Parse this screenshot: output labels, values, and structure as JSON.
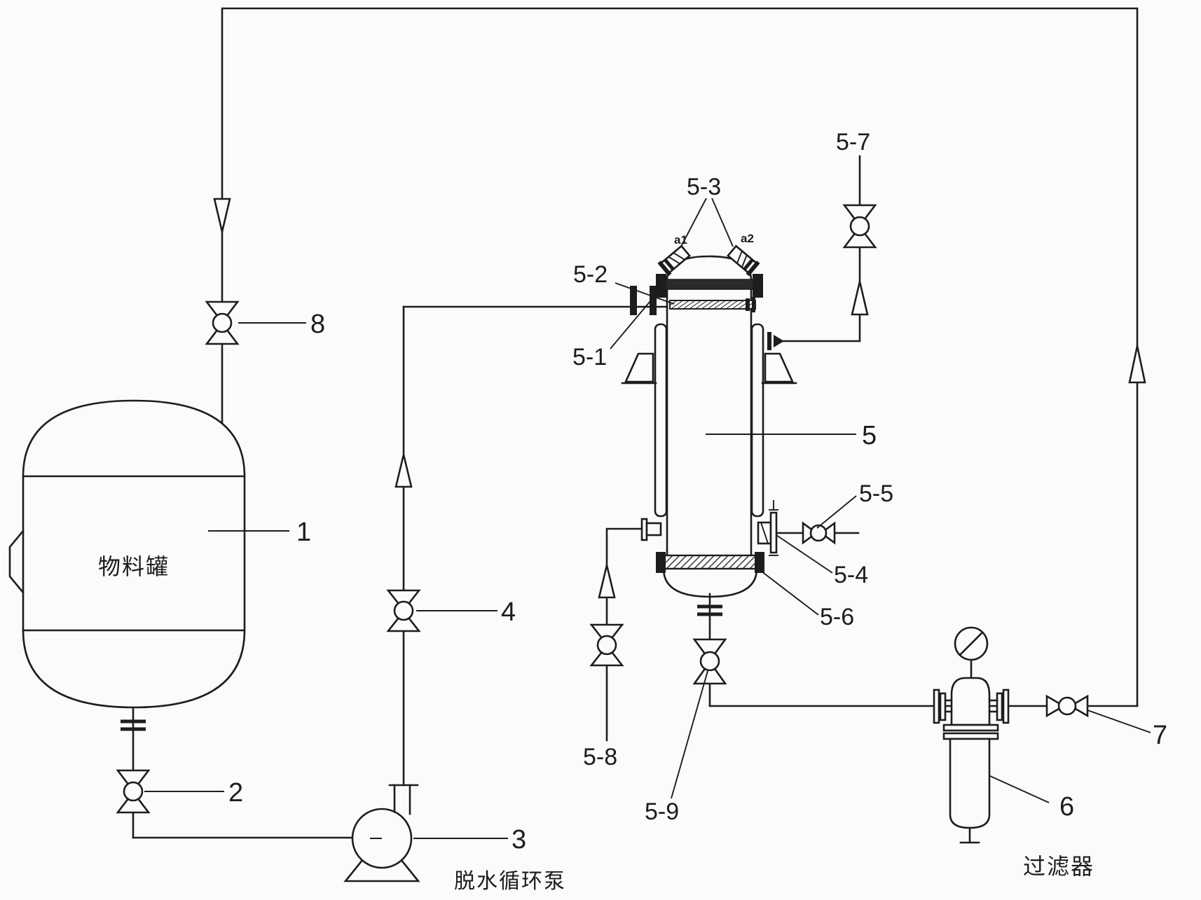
{
  "colors": {
    "line": "#1d1d1d",
    "background": "#fbfbfa"
  },
  "labels": {
    "tank": "1",
    "tank_outlet_valve": "2",
    "pump": "3",
    "pump_line_valve": "4",
    "vessel": "5",
    "inlet_flange": "5-1",
    "spray_pipe": "5-2",
    "top_nozzles": "5-3",
    "side_nozzle": "5-4",
    "side_nozzle_valve": "5-5",
    "support_screen": "5-6",
    "vent_valve": "5-7",
    "drain_valve": "5-8",
    "bottom_outlet_valve": "5-9",
    "filter": "6",
    "filter_outlet_valve": "7",
    "tank_inlet_valve": "8",
    "nozzle_a1": "a1",
    "nozzle_a2": "a2"
  },
  "names": {
    "tank": "物料罐",
    "pump": "脱水循环泵",
    "filter": "过滤器"
  }
}
